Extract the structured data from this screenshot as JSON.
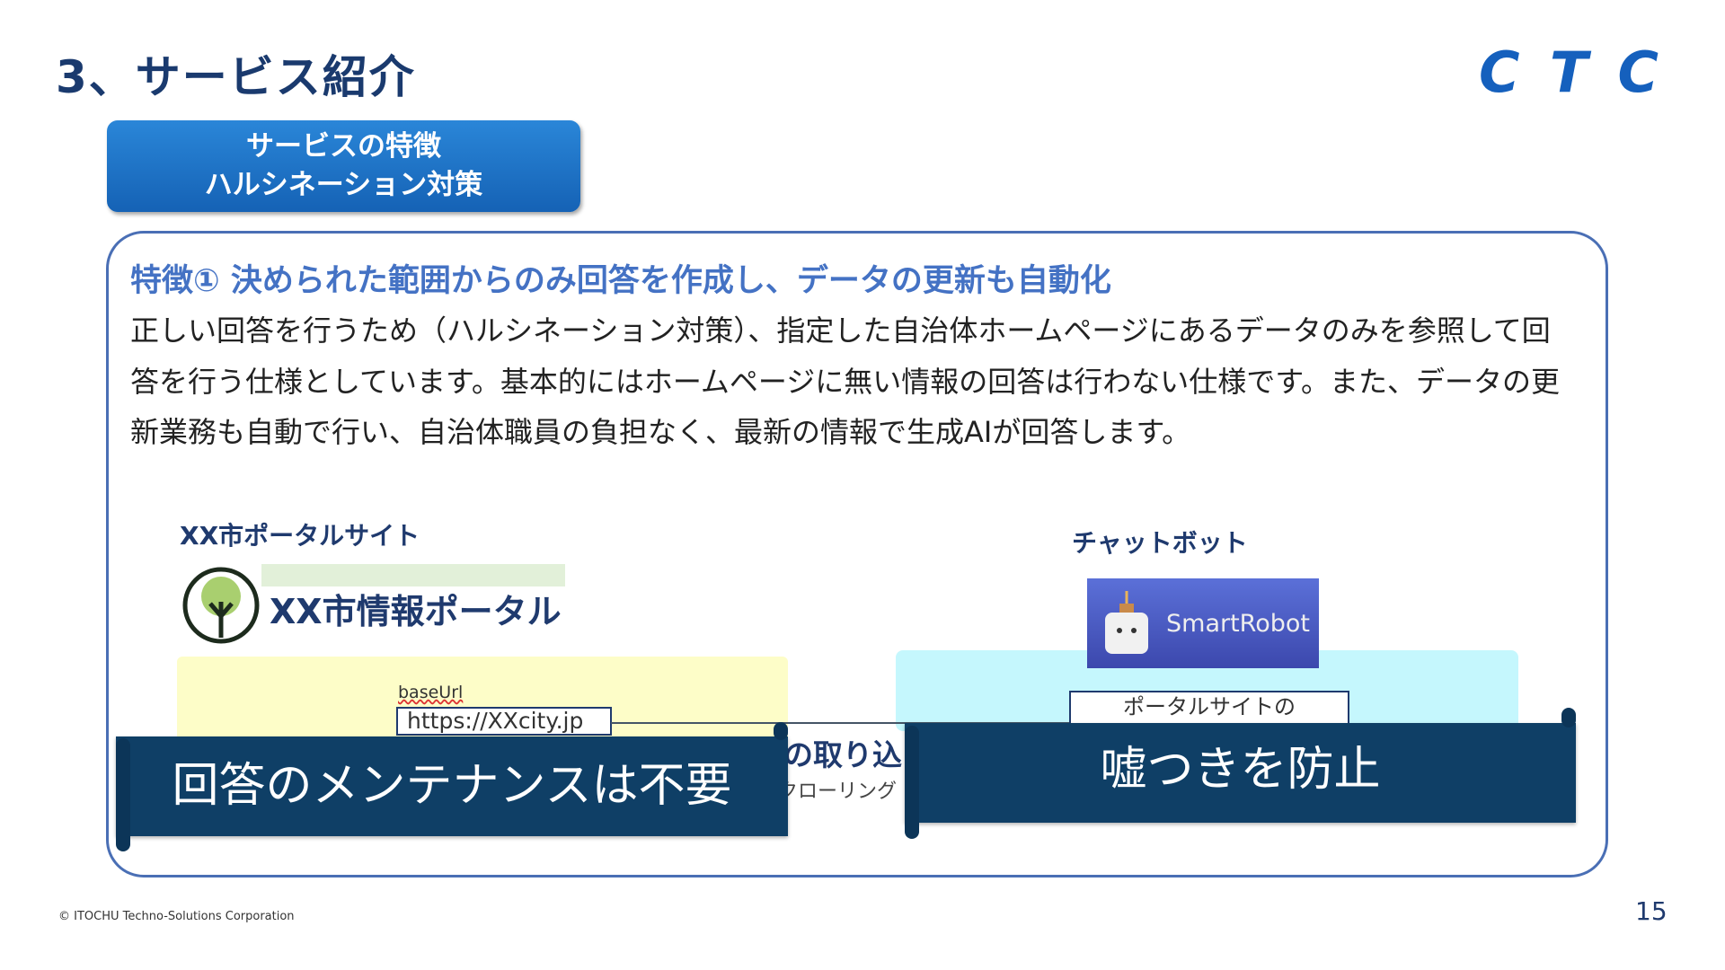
{
  "slide": {
    "title": "3、サービス紹介",
    "page_number": "15",
    "copyright": "© ITOCHU Techno-Solutions Corporation",
    "logo_text": "CTC"
  },
  "tag": {
    "line1": "サービスの特徴",
    "line2": "ハルシネーション対策"
  },
  "feature": {
    "heading": "特徴① 決められた範囲からのみ回答を作成し、データの更新も自動化",
    "body": "正しい回答を行うため（ハルシネーション対策）、指定した自治体ホームページにあるデータのみを参照して回答を行う仕様としています。基本的にはホームページに無い情報の回答は行わない仕様です。また、データの更新業務も自動で行い、自治体職員の負担なく、最新の情報で生成AIが回答します。"
  },
  "diagram": {
    "portal_label": "XX市ポータルサイト",
    "portal_name": "XX市情報ポータル",
    "chatbot_label": "チャットボット",
    "chatbot_name": "SmartRobot",
    "base_url_label": "baseUrl",
    "base_url_value": "https://XXcity.jp",
    "portal_box": "ポータルサイトの",
    "import_text": "の取り込",
    "crawl_text": "クローリング"
  },
  "banners": {
    "left": "回答のメンテナンスは不要",
    "right": "嘘つきを防止"
  },
  "colors": {
    "navy": "#1f3a6e",
    "accent": "#4472c4",
    "banner": "#0f3f66",
    "logo": "#1560bd"
  }
}
